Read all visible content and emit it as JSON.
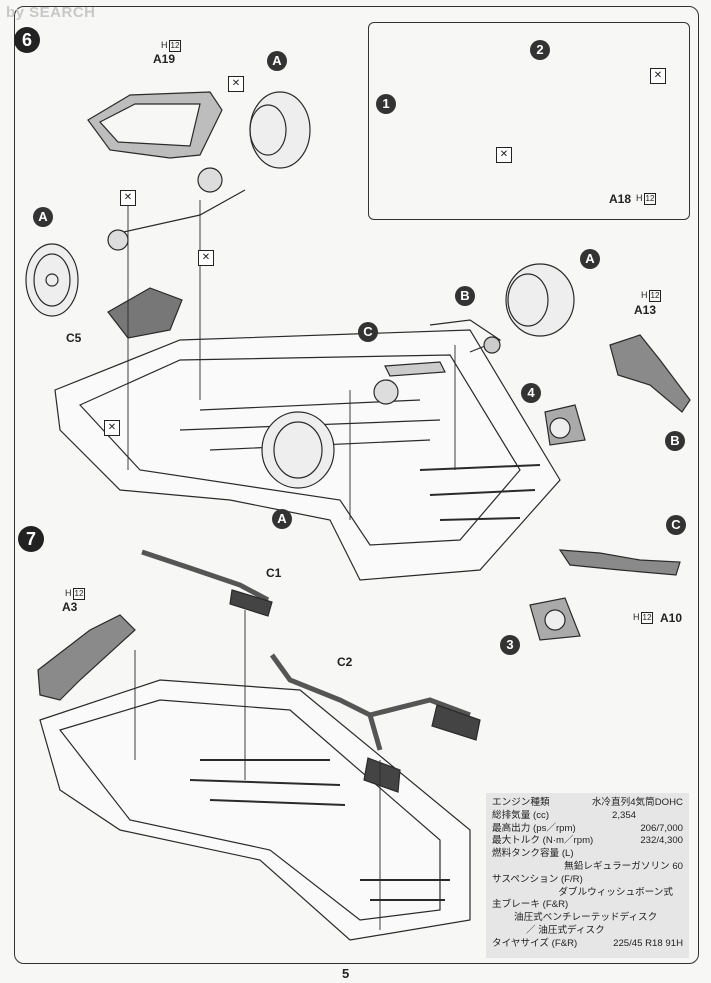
{
  "watermark": "by SEARCH",
  "page_number": "5",
  "steps": {
    "upper": "6",
    "lower": "7"
  },
  "parts": {
    "a19": {
      "name": "A19",
      "sprue": "H",
      "sprue_num": "12"
    },
    "a18": {
      "name": "A18",
      "sprue": "H",
      "sprue_num": "12"
    },
    "a13": {
      "name": "A13",
      "sprue": "H",
      "sprue_num": "12"
    },
    "a10": {
      "name": "A10",
      "sprue": "H",
      "sprue_num": "12"
    },
    "a3": {
      "name": "A3",
      "sprue": "H",
      "sprue_num": "12"
    },
    "c5": {
      "name": "C5"
    },
    "c1": {
      "name": "C1"
    },
    "c2": {
      "name": "C2"
    }
  },
  "callouts": {
    "a": "A",
    "b": "B",
    "c": "C",
    "n1": "1",
    "n2": "2",
    "n3": "3",
    "n4": "4"
  },
  "glue_icon": "cement-icon",
  "specs": [
    {
      "key": "エンジン種類",
      "value": "水冷直列4気筒DOHC"
    },
    {
      "key": "総排気量 (cc)",
      "value": "2,354"
    },
    {
      "key": "最高出力 (ps／rpm)",
      "value": "206/7,000"
    },
    {
      "key": "最大トルク (N·m／rpm)",
      "value": "232/4,300"
    },
    {
      "key": "燃料タンク容量 (L)",
      "value": ""
    },
    {
      "key": "",
      "value": "無鉛レギュラーガソリン 60"
    },
    {
      "key": "サスペンション (F/R)",
      "value": ""
    },
    {
      "key": "",
      "value": "ダブルウィッシュボーン式"
    },
    {
      "key": "主ブレーキ (F&R)",
      "value": ""
    },
    {
      "key": "",
      "value": "油圧式ベンチレーテッドディスク"
    },
    {
      "key": "",
      "value": "／ 油圧式ディスク"
    },
    {
      "key": "タイヤサイズ (F&R)",
      "value": "225/45 R18 91H"
    }
  ]
}
